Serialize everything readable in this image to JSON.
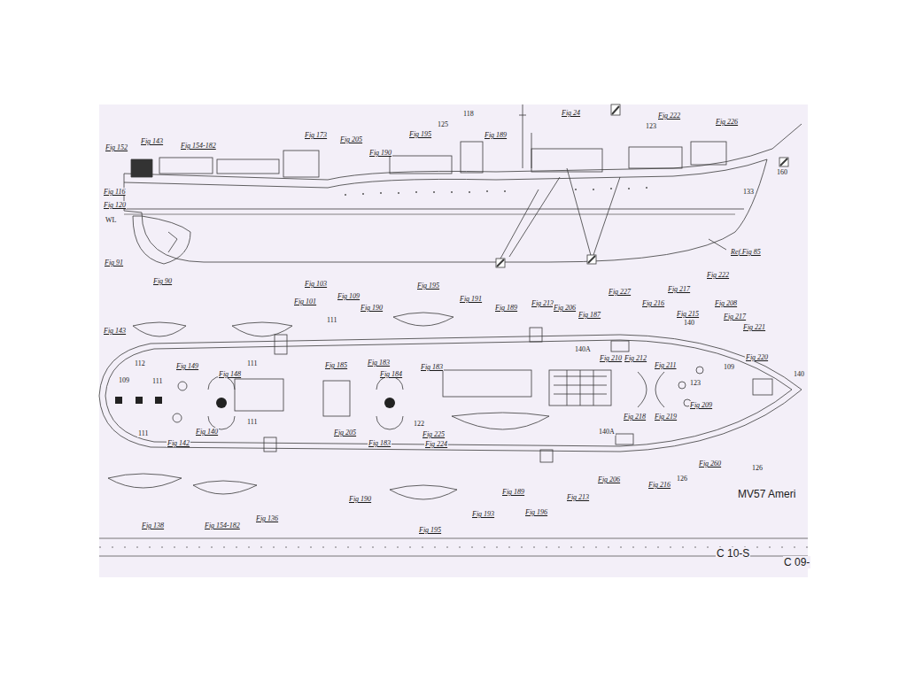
{
  "diagram": {
    "labels": [
      "Fig 152",
      "Fig 143",
      "Fig 154-182",
      "Fig 173",
      "Fig 205",
      "Fig 195",
      "125",
      "118",
      "Fig 189",
      "Fig 24",
      "Fig 222",
      "123",
      "Fig 226",
      "Fig 190",
      "Fig 116",
      "Fig 120",
      "WL",
      "160",
      "133",
      "Ref.Fig 85",
      "Fig 91",
      "Fig 90",
      "Fig 103",
      "Fig 101",
      "Fig 109",
      "111",
      "Fig 190",
      "Fig 195",
      "Fig 191",
      "Fig 189",
      "Fig 213",
      "Fig 206",
      "Fig 187",
      "Fig 227",
      "Fig 216",
      "Fig 217",
      "Fig 222",
      "Fig 208",
      "Fig 215",
      "140",
      "Fig 217",
      "Fig 221",
      "Fig 143",
      "112",
      "Fig 149",
      "111",
      "109",
      "111",
      "Fig 148",
      "Fig 185",
      "Fig 183",
      "Fig 183",
      "Fig 184",
      "140A",
      "Fig 210",
      "Fig 212",
      "Fig 211",
      "109",
      "Fig 220",
      "123",
      "140",
      "111",
      "Fig 142",
      "Fig 140",
      "Fig 205",
      "111",
      "122",
      "Fig 225",
      "Fig 224",
      "Fig 218",
      "Fig 219",
      "Fig 209",
      "140A",
      "Fig 183",
      "Fig 136",
      "Fig 154-182",
      "Fig 138",
      "Fig 190",
      "Fig 189",
      "Fig 193",
      "Fig 196",
      "Fig 213",
      "Fig 206",
      "Fig 195",
      "Fig 216",
      "Fig 260",
      "126",
      "126",
      "MV57 Ameri",
      "C 10-S",
      "C 09-"
    ]
  }
}
